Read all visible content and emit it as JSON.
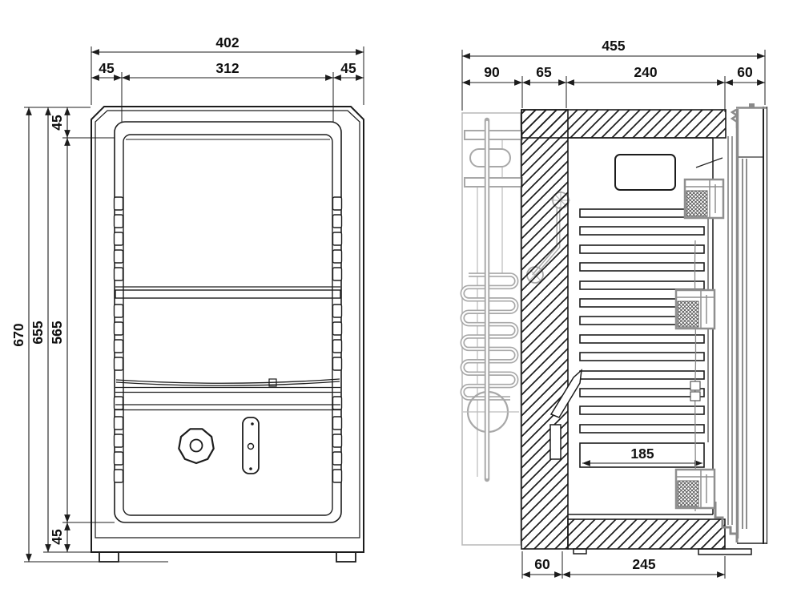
{
  "drawing": {
    "front_view": {
      "width_total": "402",
      "width_left": "45",
      "width_inner": "312",
      "width_right": "45",
      "height_total": "670",
      "height_body": "655",
      "height_inner": "565",
      "height_top": "45",
      "height_bottom": "45"
    },
    "side_view": {
      "depth_total": "455",
      "seg_back": "90",
      "seg_wall": "65",
      "seg_interior": "240",
      "seg_door": "60",
      "fin_depth": "185",
      "bottom_wall": "60",
      "bottom_interior": "245"
    },
    "colors": {
      "line": "#1c1c1c",
      "light_gray": "#a8a8a8",
      "background": "#ffffff"
    }
  }
}
